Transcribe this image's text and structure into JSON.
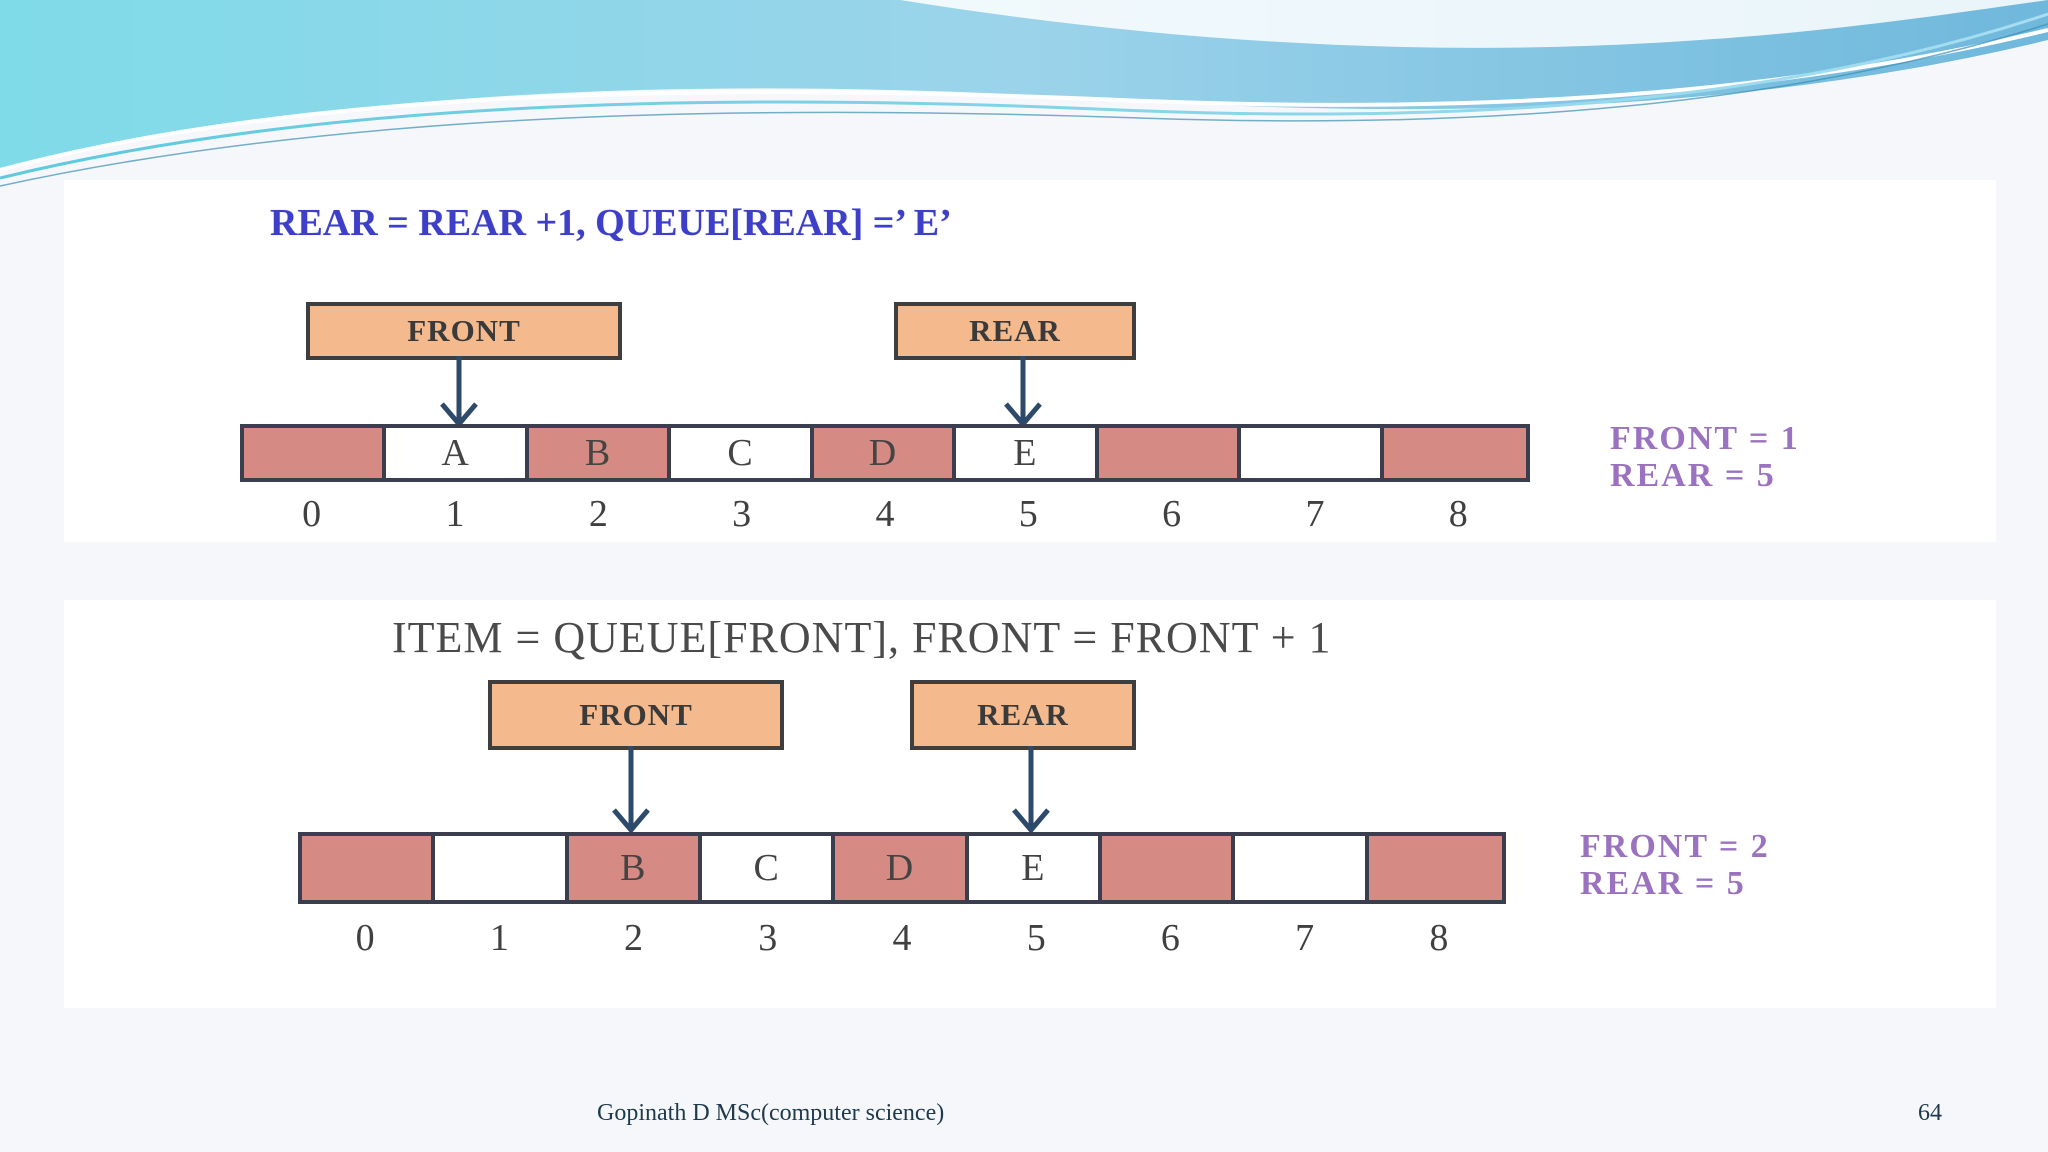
{
  "diagrams": [
    {
      "formula": "REAR = REAR +1,        QUEUE[REAR] =’ E’",
      "front_label": "FRONT",
      "rear_label": "REAR",
      "cells": [
        {
          "label": "",
          "shaded": true
        },
        {
          "label": "A",
          "shaded": false
        },
        {
          "label": "B",
          "shaded": true
        },
        {
          "label": "C",
          "shaded": false
        },
        {
          "label": "D",
          "shaded": true
        },
        {
          "label": "E",
          "shaded": false
        },
        {
          "label": "",
          "shaded": true
        },
        {
          "label": "",
          "shaded": false
        },
        {
          "label": "",
          "shaded": true
        }
      ],
      "indices": [
        "0",
        "1",
        "2",
        "3",
        "4",
        "5",
        "6",
        "7",
        "8"
      ],
      "front_index": 1,
      "rear_index": 5,
      "status_front": "FRONT = 1",
      "status_rear": "REAR = 5"
    },
    {
      "formula": "ITEM = QUEUE[FRONT], FRONT = FRONT + 1",
      "front_label": "FRONT",
      "rear_label": "REAR",
      "cells": [
        {
          "label": "",
          "shaded": true
        },
        {
          "label": "",
          "shaded": false
        },
        {
          "label": "B",
          "shaded": true
        },
        {
          "label": "C",
          "shaded": false
        },
        {
          "label": "D",
          "shaded": true
        },
        {
          "label": "E",
          "shaded": false
        },
        {
          "label": "",
          "shaded": true
        },
        {
          "label": "",
          "shaded": false
        },
        {
          "label": "",
          "shaded": true
        }
      ],
      "indices": [
        "0",
        "1",
        "2",
        "3",
        "4",
        "5",
        "6",
        "7",
        "8"
      ],
      "front_index": 2,
      "rear_index": 5,
      "status_front": "FRONT = 2",
      "status_rear": "REAR = 5"
    }
  ],
  "footer": {
    "author": "Gopinath D MSc(computer science)",
    "page_number": "64"
  },
  "colors": {
    "shaded_cell": "#d58b84",
    "pointer_box": "#f5b98e",
    "formula_blue": "#3d3fc9",
    "status_purple": "#9a72c0",
    "arrow": "#2e4a6b",
    "header_teal": "#7fd3e3"
  }
}
